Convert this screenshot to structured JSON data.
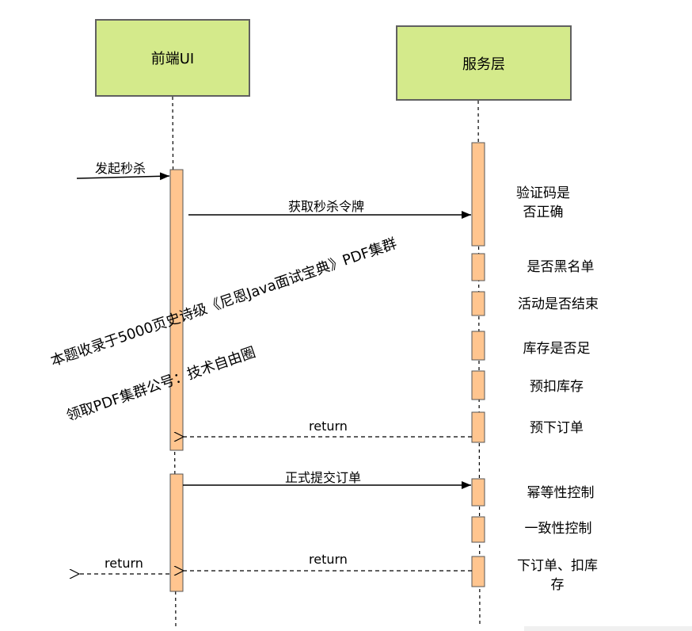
{
  "lifelines": {
    "frontend": "前端UI",
    "service": "服务层"
  },
  "messages": {
    "start_seckill": "发起秒杀",
    "get_token": "获取秒杀令牌",
    "return_1": "return",
    "formal_submit": "正式提交订单",
    "return_2": "return",
    "return_3": "return"
  },
  "notes": {
    "captcha_line1": "验证码是",
    "captcha_line2": "否正确",
    "blacklist": "是否黑名单",
    "activity_end": "活动是否结束",
    "stock_enough": "库存是否足",
    "pre_deduct": "预扣库存",
    "pre_order": "预下订单",
    "idempotent": "幂等性控制",
    "consistency": "一致性控制",
    "order_line1": "下订单、扣库",
    "order_line2": "存"
  },
  "watermark": {
    "line1": "本题收录于5000页史诗级《尼恩Java面试宝典》PDF集群",
    "line2": "领取PDF集群公号：技术自由圈"
  },
  "colors": {
    "lifeline_fill": "#d4ea8b",
    "activation_fill": "#ffc58f",
    "line": "#000000"
  }
}
